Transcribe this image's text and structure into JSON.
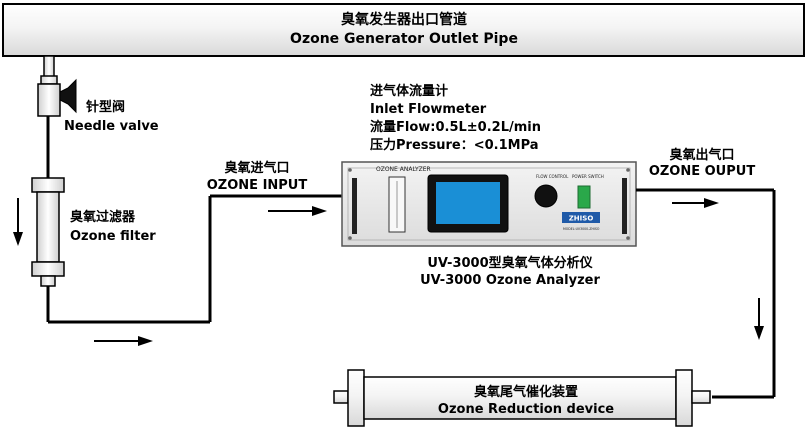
{
  "outlet_pipe": {
    "title_cn": "臭氧发生器出口管道",
    "title_en": "Ozone Generator Outlet Pipe"
  },
  "needle_valve": {
    "label_cn": "针型阀",
    "label_en": "Needle valve"
  },
  "ozone_filter": {
    "label_cn": "臭氧过滤器",
    "label_en": "Ozone filter"
  },
  "ozone_input": {
    "label_cn": "臭氧进气口",
    "label_en": "OZONE INPUT"
  },
  "flowmeter": {
    "line1": "进气体流量计",
    "line2": "Inlet Flowmeter",
    "line3": "流量Flow:0.5L±0.2L/min",
    "line4": "压力Pressure：<0.1MPa"
  },
  "analyzer": {
    "panel_title": "OZONE ANALYZER",
    "knob_label": "FLOW CONTROL",
    "switch_label": "POWER SWITCH",
    "brand": "ZHISO",
    "model_small": "MODEL:UV3000-ZHISO",
    "label_cn": "UV-3000型臭氧气体分析仪",
    "label_en": "UV-3000 Ozone Analyzer"
  },
  "ozone_output": {
    "label_cn": "臭氧出气口",
    "label_en": "OZONE OUPUT"
  },
  "reduction": {
    "label_cn": "臭氧尾气催化装置",
    "label_en": "Ozone Reduction device"
  },
  "colors": {
    "screen": "#1a8fd6",
    "switch": "#2aa84a",
    "panel": "#e8e8e8",
    "line": "#000000"
  }
}
